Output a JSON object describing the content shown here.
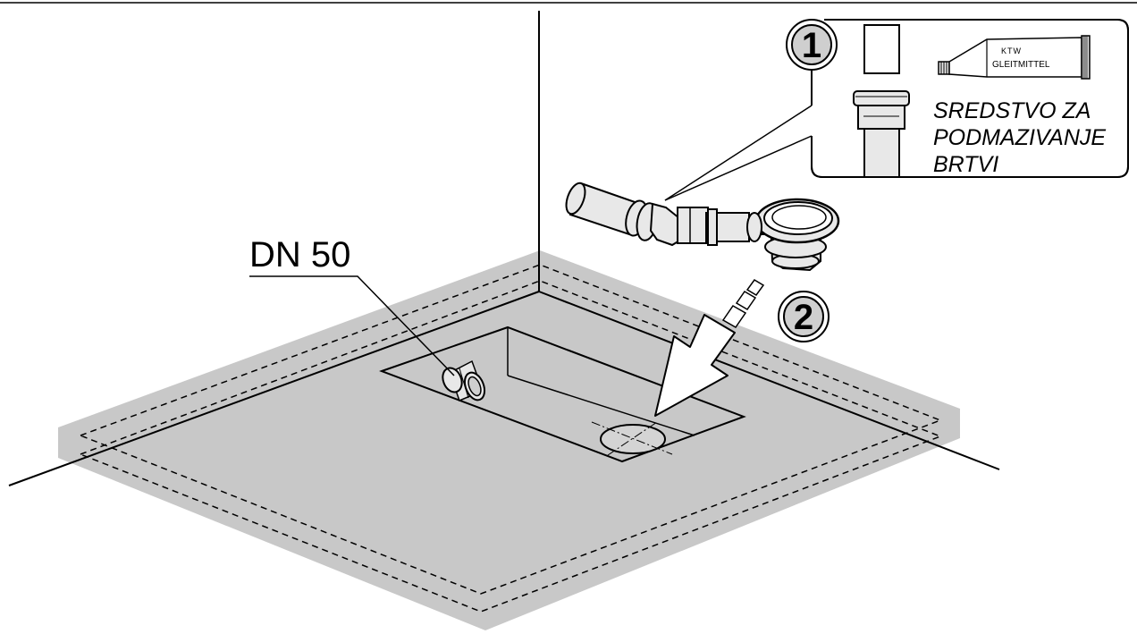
{
  "labels": {
    "pipe_size": "DN 50",
    "step_1": "1",
    "step_2": "2",
    "lubricant_line_1": "SREDSTVO ZA",
    "lubricant_line_2": "PODMAZIVANJE",
    "lubricant_line_3": "BRTVI",
    "tube_brand": "KTW",
    "tube_name": "GLEITMITTEL"
  },
  "colors": {
    "floor_tray": "#c8c8c8",
    "badge_fill": "#cfcfcf",
    "part_fill": "#e8e8e8",
    "line": "#000000"
  }
}
